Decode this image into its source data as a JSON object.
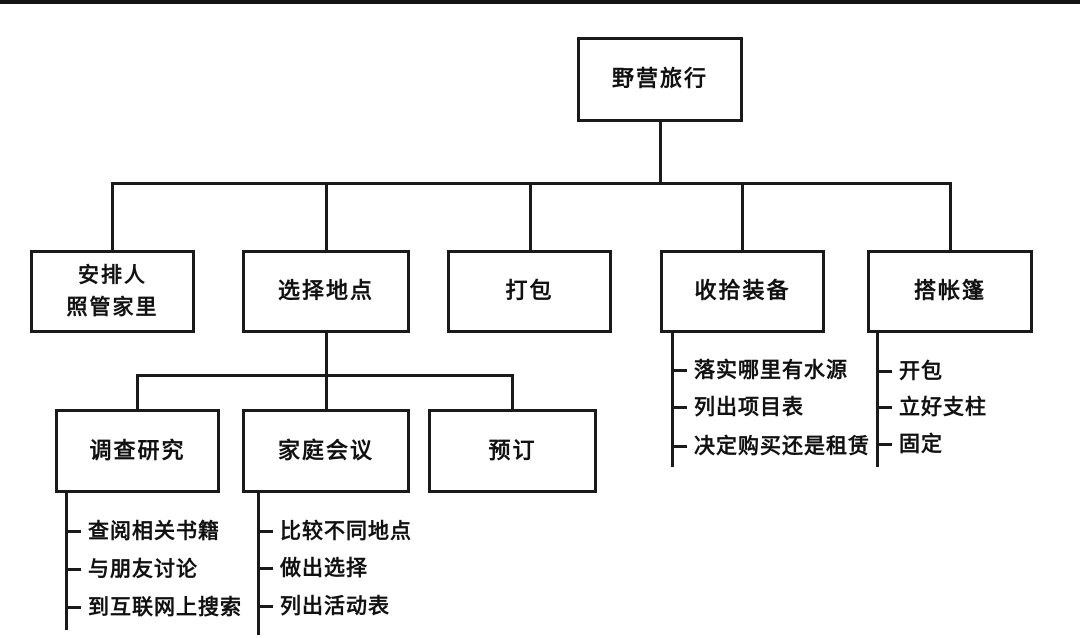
{
  "page": {
    "background": "#ffffff",
    "top_bar_color": "#141414",
    "line_color": "#1a1a1a",
    "text_color": "#111111"
  },
  "diagram": {
    "type": "tree-flowchart",
    "root": {
      "label": "野营旅行"
    },
    "level2": [
      {
        "label": "安排人\n照管家里"
      },
      {
        "label": "选择地点"
      },
      {
        "label": "打包"
      },
      {
        "label": "收拾装备"
      },
      {
        "label": "搭帐篷"
      }
    ],
    "level3": [
      {
        "label": "调查研究"
      },
      {
        "label": "家庭会议"
      },
      {
        "label": "预订"
      }
    ],
    "lists": {
      "gear": {
        "parent": "收拾装备",
        "items": [
          "落实哪里有水源",
          "列出项目表",
          "决定购买还是租赁"
        ]
      },
      "tent": {
        "parent": "搭帐篷",
        "items": [
          "开包",
          "立好支柱",
          "固定"
        ]
      },
      "research": {
        "parent": "调查研究",
        "items": [
          "查阅相关书籍",
          "与朋友讨论",
          "到互联网上搜索"
        ]
      },
      "meeting": {
        "parent": "家庭会议",
        "items": [
          "比较不同地点",
          "做出选择",
          "列出活动表"
        ]
      }
    }
  }
}
